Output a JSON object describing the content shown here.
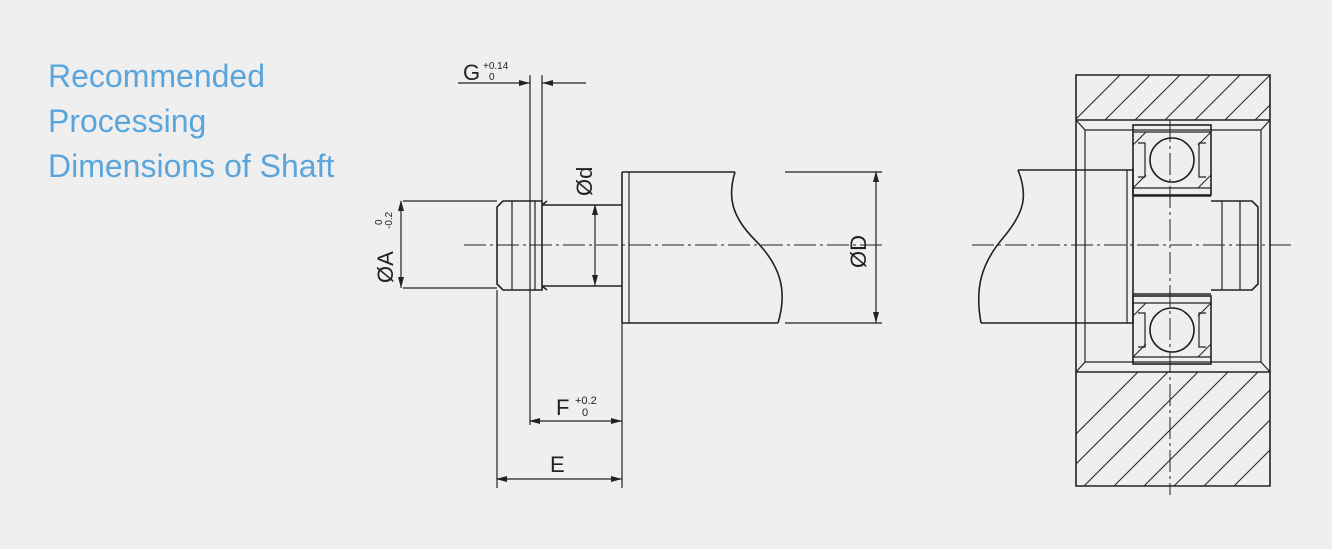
{
  "title": {
    "line1": "Recommended",
    "line2": "Processing",
    "line3": "Dimensions of Shaft"
  },
  "dimensions": {
    "G": {
      "label": "G",
      "tol_upper": "+0.14",
      "tol_lower": "0"
    },
    "d": {
      "label": "Ød"
    },
    "A": {
      "label": "ØA",
      "tol_upper": "0",
      "tol_lower": "-0.2"
    },
    "D": {
      "label": "ØD"
    },
    "F": {
      "label": "F",
      "tol_upper": "+0.2",
      "tol_lower": "0"
    },
    "E": {
      "label": "E"
    }
  },
  "colors": {
    "title": "#5aa6dc",
    "line": "#222222",
    "background": "#efefef"
  }
}
